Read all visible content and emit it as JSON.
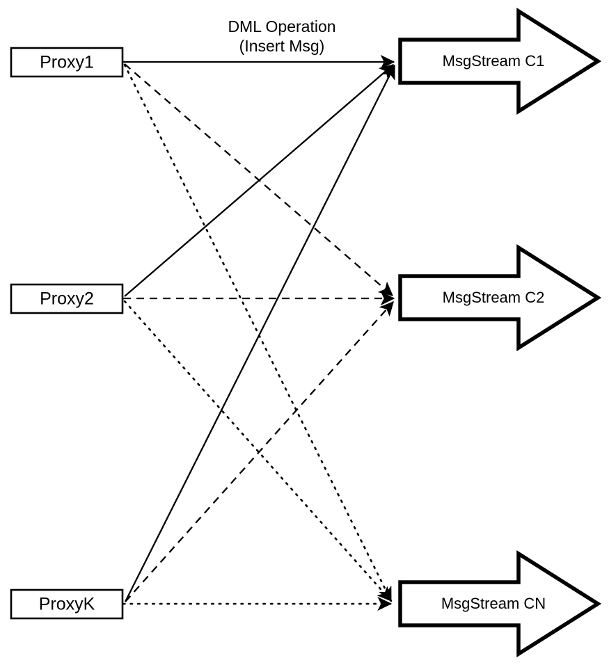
{
  "diagram": {
    "title": "Proxy to MsgStream routing diagram",
    "background_color": "#ffffff",
    "stroke_color": "#000000",
    "annotations": [
      {
        "id": "dml-operation",
        "line1": "DML Operation",
        "line2": "(Insert Msg)"
      }
    ],
    "proxies": [
      {
        "id": "proxy1",
        "label": "Proxy1"
      },
      {
        "id": "proxy2",
        "label": "Proxy2"
      },
      {
        "id": "proxyk",
        "label": "ProxyK"
      }
    ],
    "streams": [
      {
        "id": "msgstream-c1",
        "label": "MsgStream C1"
      },
      {
        "id": "msgstream-c2",
        "label": "MsgStream C2"
      },
      {
        "id": "msgstream-cn",
        "label": "MsgStream CN"
      }
    ],
    "edges": [
      {
        "id": "proxy1-to-c1",
        "from": "Proxy1",
        "to": "MsgStream C1",
        "style": "solid"
      },
      {
        "id": "proxy1-to-c2",
        "from": "Proxy1",
        "to": "MsgStream C2",
        "style": "dashed"
      },
      {
        "id": "proxy1-to-cn",
        "from": "Proxy1",
        "to": "MsgStream CN",
        "style": "dotted"
      },
      {
        "id": "proxy2-to-c1",
        "from": "Proxy2",
        "to": "MsgStream C1",
        "style": "solid"
      },
      {
        "id": "proxy2-to-c2",
        "from": "Proxy2",
        "to": "MsgStream C2",
        "style": "dashed"
      },
      {
        "id": "proxy2-to-cn",
        "from": "Proxy2",
        "to": "MsgStream CN",
        "style": "dotted"
      },
      {
        "id": "proxyk-to-c1",
        "from": "ProxyK",
        "to": "MsgStream C1",
        "style": "solid"
      },
      {
        "id": "proxyk-to-c2",
        "from": "ProxyK",
        "to": "MsgStream C2",
        "style": "dashed"
      },
      {
        "id": "proxyk-to-cn",
        "from": "ProxyK",
        "to": "MsgStream CN",
        "style": "dotted"
      }
    ]
  }
}
